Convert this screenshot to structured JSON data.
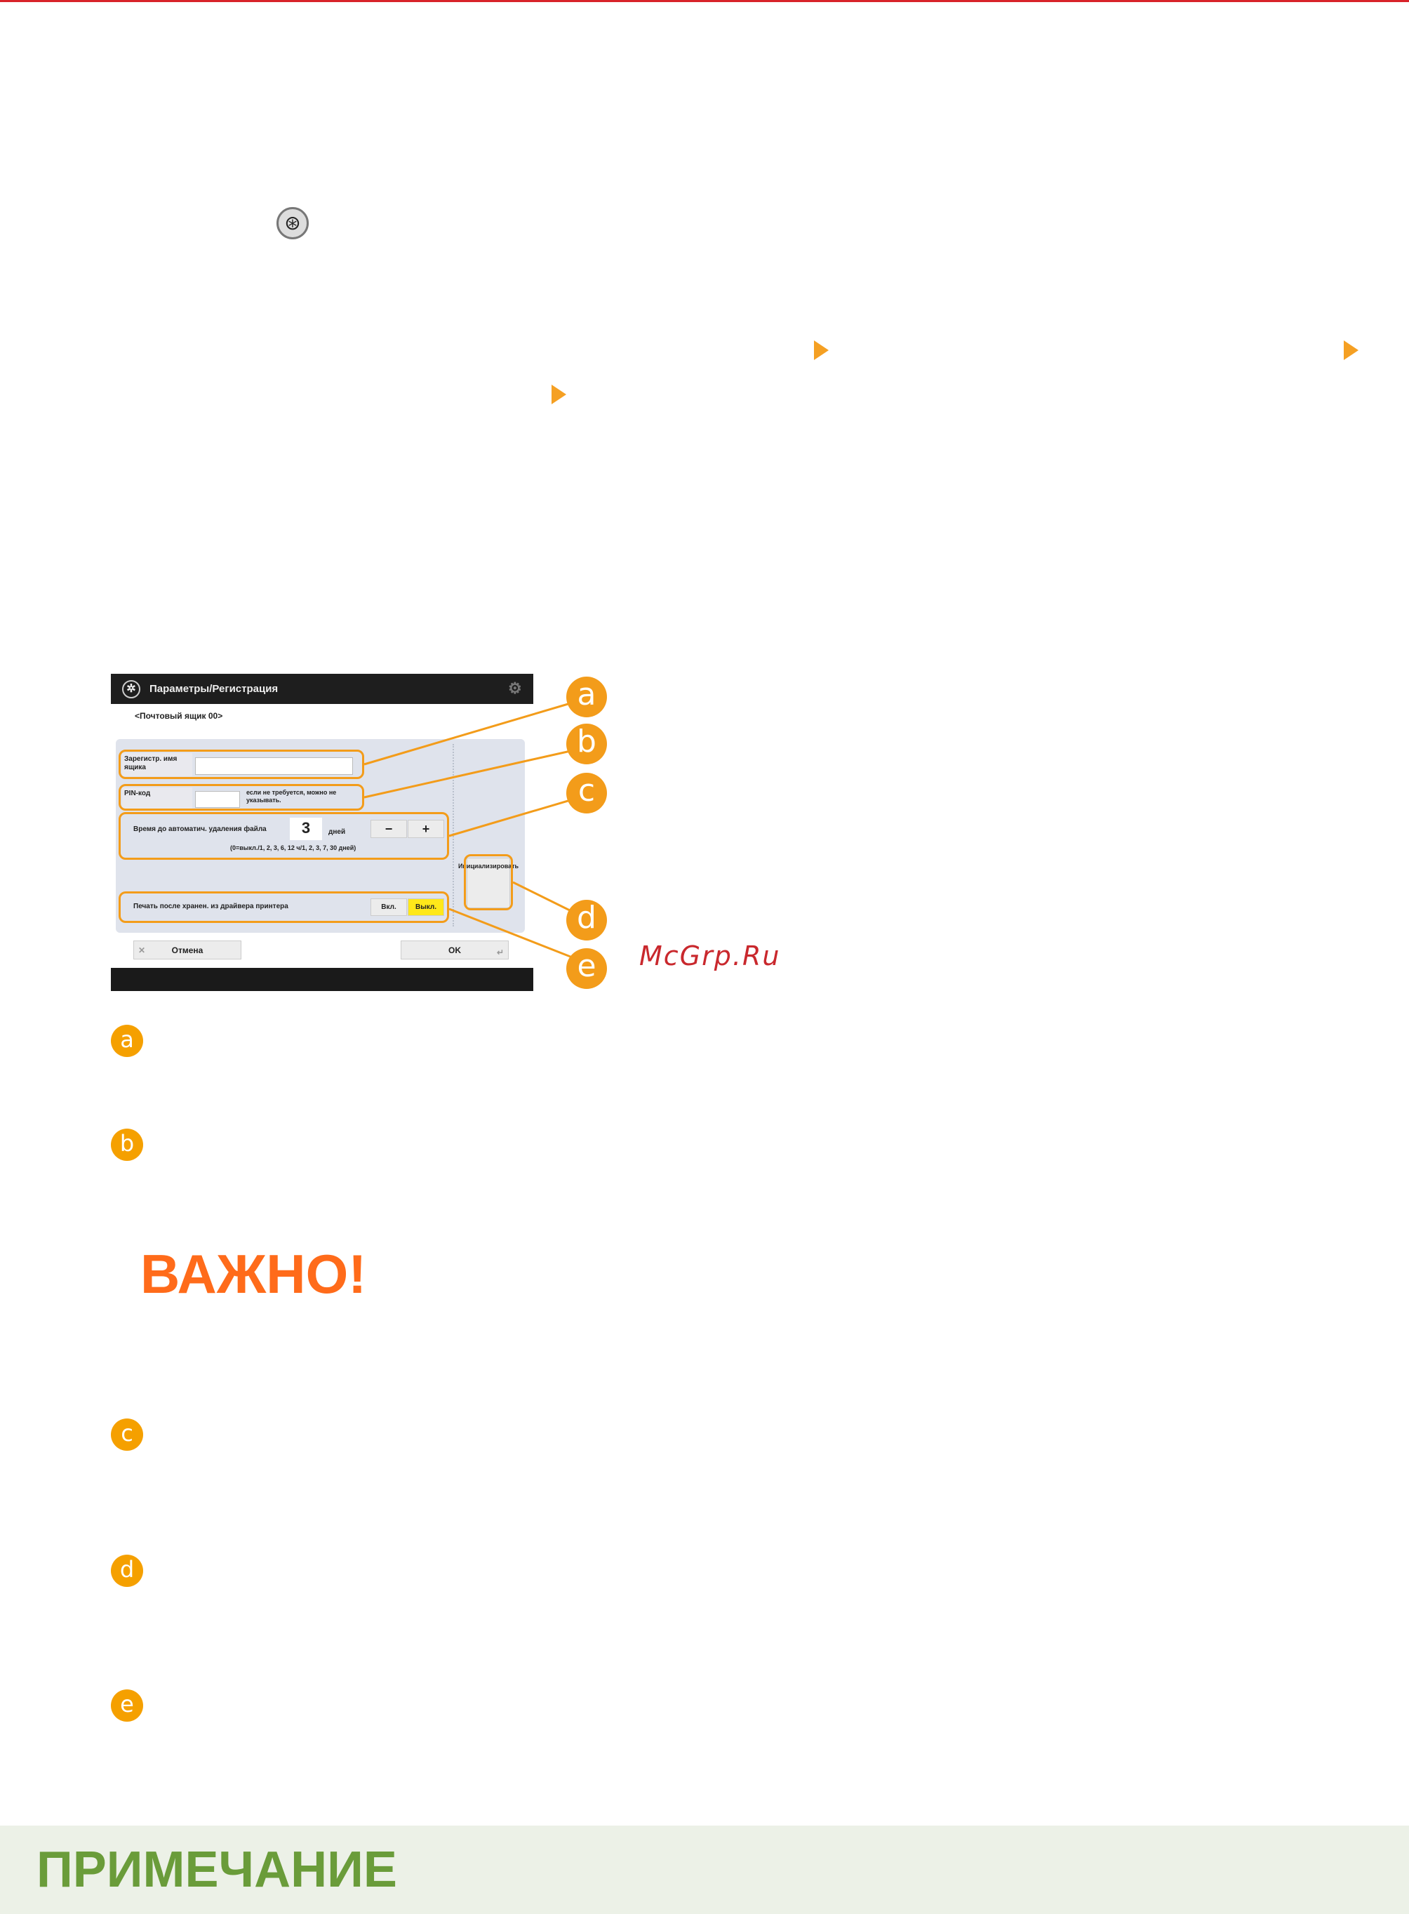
{
  "screen": {
    "title": "Параметры/Регистрация",
    "subtitle": "<Почтовый ящик 00>",
    "name_label": "Зарегистр. имя ящика",
    "pin_label": "PIN-код",
    "pin_hint": "если не требуется, можно не указывать.",
    "auto_delete_label": "Время до автоматич. удаления файла",
    "auto_delete_value": "3",
    "auto_delete_unit": "дней",
    "auto_delete_range": "(0=выкл./1, 2, 3, 6, 12 ч/1, 2, 3, 7, 30 дней)",
    "minus": "−",
    "plus": "+",
    "initialize_label": "Инициализировать",
    "print_after_label": "Печать после хранен. из драйвера принтера",
    "on_label": "Вкл.",
    "off_label": "Выкл.",
    "cancel_label": "Отмена",
    "ok_label": "OK"
  },
  "callouts": [
    "a",
    "b",
    "c",
    "d",
    "e"
  ],
  "watermark": "McGrp.Ru",
  "important_heading": "ВАЖНО!",
  "note_heading": "ПРИМЕЧАНИЕ",
  "colors": {
    "accent": "#f39c1a",
    "important": "#ff6b1a",
    "note": "#6a9c3a",
    "note_bg": "#ecf1e7"
  }
}
